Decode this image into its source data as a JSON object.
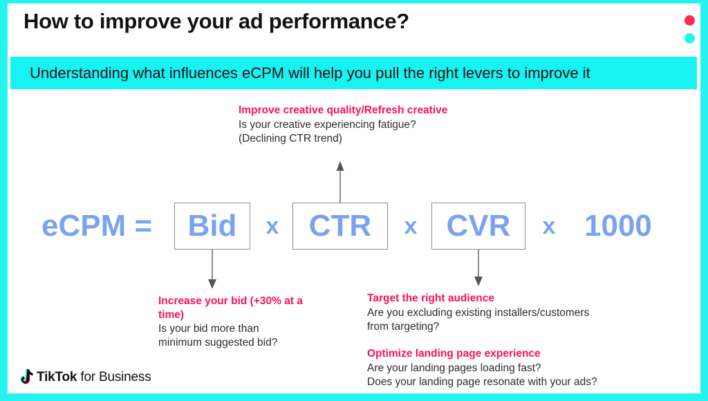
{
  "colors": {
    "accent_cyan": "#25f4ee",
    "accent_pink": "#fe2c55",
    "banner_cyan": "#19f2f2",
    "equation_blue": "#7aa3ef",
    "heading_pink": "#fa1156",
    "body_text": "#2b2b2b",
    "box_border": "#8c8c8c"
  },
  "header": {
    "title": "How to improve your ad performance?",
    "dots": [
      "pink",
      "cyan"
    ]
  },
  "subtitle": {
    "text": "Understanding what influences eCPM will help you pull the right levers to improve it"
  },
  "equation": {
    "label": "eCPM =",
    "boxes": [
      {
        "name": "bid",
        "label": "Bid"
      },
      {
        "name": "ctr",
        "label": "CTR"
      },
      {
        "name": "cvr",
        "label": "CVR"
      }
    ],
    "operators": [
      "x",
      "x",
      "x"
    ],
    "constant": "1000"
  },
  "annotations": [
    {
      "name": "creative",
      "heading": "Improve creative quality/Refresh creative",
      "lines": [
        "Is your creative experiencing fatigue?",
        "(Declining CTR trend)"
      ]
    },
    {
      "name": "bid",
      "heading": "Increase your bid (+30% at a time)",
      "lines": [
        "Is your bid more than",
        "minimum suggested bid?"
      ]
    },
    {
      "name": "audience",
      "heading": "Target the right audience",
      "lines": [
        "Are you excluding existing installers/customers",
        "from targeting?"
      ]
    },
    {
      "name": "landing",
      "heading": "Optimize landing page experience",
      "lines": [
        "Are your landing pages loading fast?",
        "Does your landing page resonate with your ads?"
      ]
    }
  ],
  "logo": {
    "brand": "TikTok",
    "suffix": " for Business"
  }
}
